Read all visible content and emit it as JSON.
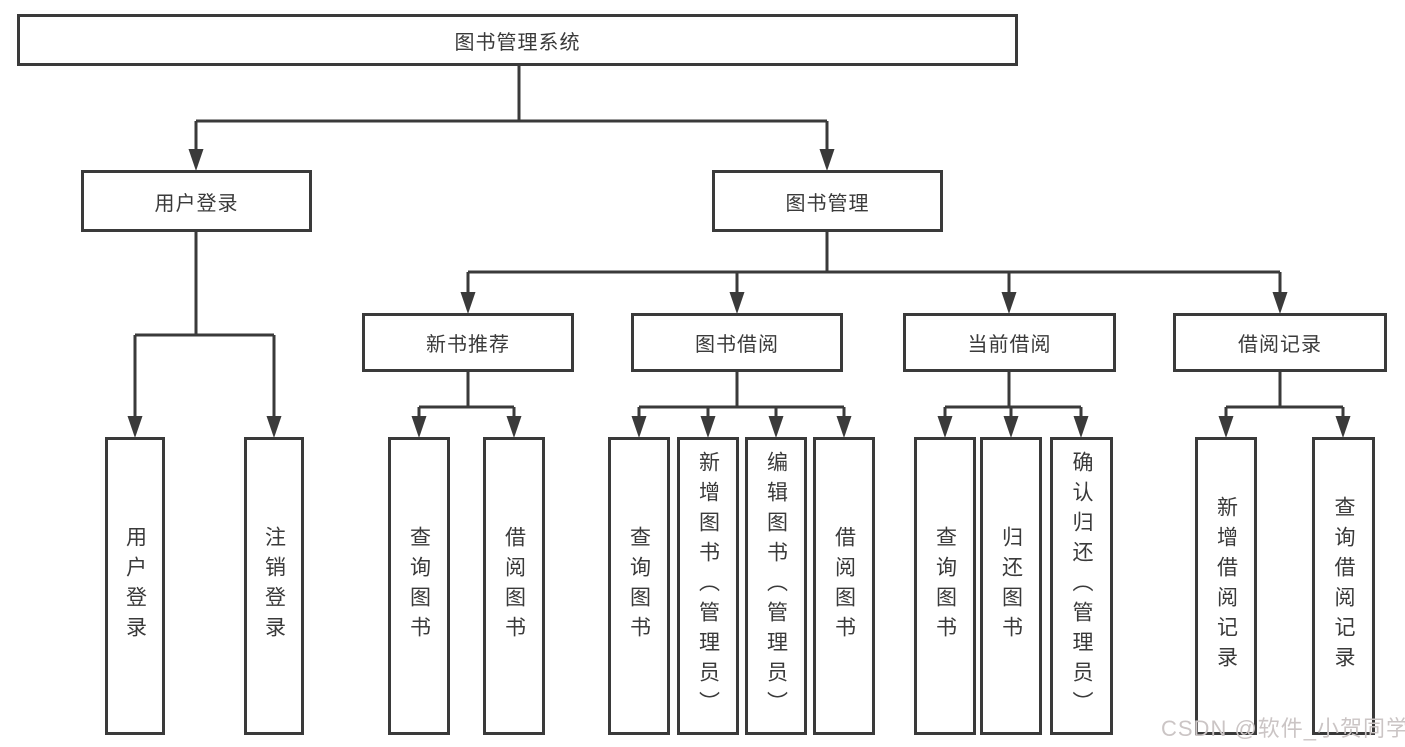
{
  "diagram": {
    "root": {
      "label": "图书管理系统"
    },
    "branches": [
      {
        "label": "用户登录",
        "children": [
          {
            "label": "用户登录"
          },
          {
            "label": "注销登录"
          }
        ]
      },
      {
        "label": "图书管理",
        "children": [
          {
            "label": "新书推荐",
            "children": [
              {
                "label": "查询图书"
              },
              {
                "label": "借阅图书"
              }
            ]
          },
          {
            "label": "图书借阅",
            "children": [
              {
                "label": "查询图书"
              },
              {
                "label": "新增图书（管理员）"
              },
              {
                "label": "编辑图书（管理员）"
              },
              {
                "label": "借阅图书"
              }
            ]
          },
          {
            "label": "当前借阅",
            "children": [
              {
                "label": "查询图书"
              },
              {
                "label": "归还图书"
              },
              {
                "label": "确认归还（管理员）"
              }
            ]
          },
          {
            "label": "借阅记录",
            "children": [
              {
                "label": "新增借阅记录"
              },
              {
                "label": "查询借阅记录"
              }
            ]
          }
        ]
      }
    ]
  },
  "watermark": {
    "text": "CSDN @软件_小贺同学"
  },
  "colors": {
    "line": "#3a3a3a",
    "border": "#3a3a3a",
    "text": "#3a3a3a",
    "watermark": "#cbc5c5",
    "background": "#ffffff"
  }
}
